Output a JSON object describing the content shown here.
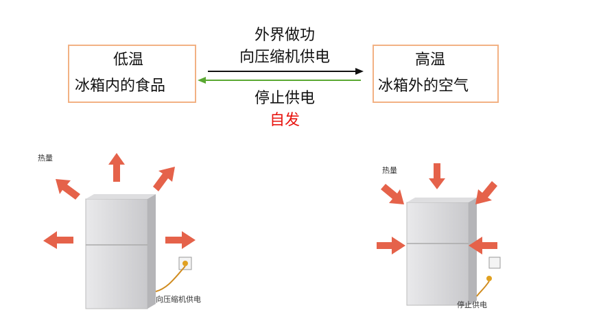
{
  "left_box": {
    "line1": "低温",
    "line2": "冰箱内的食品"
  },
  "right_box": {
    "line1": "高温",
    "line2": "冰箱外的空气"
  },
  "top_label": {
    "line1": "外界做功",
    "line2": "向压缩机供电"
  },
  "bottom_label": {
    "line1": "停止供电",
    "line2": "自发"
  },
  "left_figure": {
    "heat_label": "热量",
    "caption": "向压缩机供电"
  },
  "right_figure": {
    "heat_label": "热量",
    "caption": "停止供电"
  },
  "colors": {
    "box_border": "#f2b183",
    "forward_arrow": "#111111",
    "backward_arrow": "#5aa832",
    "highlight": "#e8140f",
    "heat_arrow": "#e5624a"
  }
}
